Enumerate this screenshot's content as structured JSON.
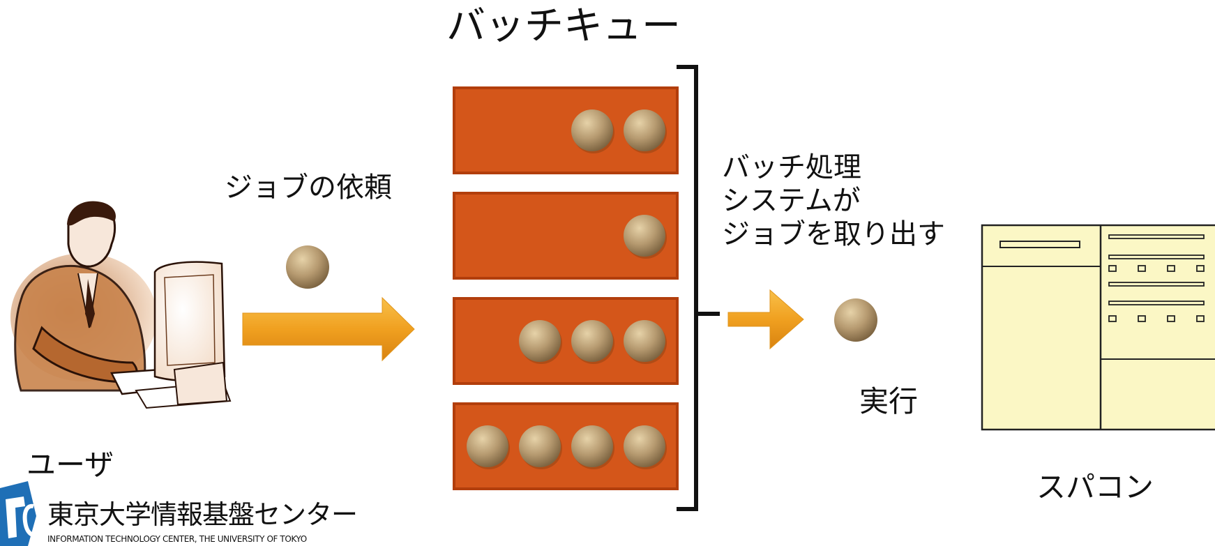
{
  "title": "バッチキュー",
  "labels": {
    "job_request": "ジョブの依頼",
    "batch_system": "バッチ処理\nシステムが\nジョブを取り出す",
    "execute": "実行",
    "user": "ユーザ",
    "supercomputer": "スパコン"
  },
  "logo": {
    "name_jp": "東京大学情報基盤センター",
    "name_en": "INFORMATION TECHNOLOGY CENTER, THE UNIVERSITY OF TOKYO"
  },
  "queues": [
    {
      "jobs": 2
    },
    {
      "jobs": 1
    },
    {
      "jobs": 3
    },
    {
      "jobs": 4
    }
  ],
  "colors": {
    "queue_fill": "#d4561a",
    "queue_border": "#b23e0c",
    "job_fill": "#b69a70",
    "arrow": "#f0a020",
    "server_fill": "#fbf7c5",
    "logo_blue": "#1f6fb6"
  },
  "icons": [
    "user-at-computer-icon",
    "supercomputer-rack-icon",
    "itc-logo-icon"
  ]
}
